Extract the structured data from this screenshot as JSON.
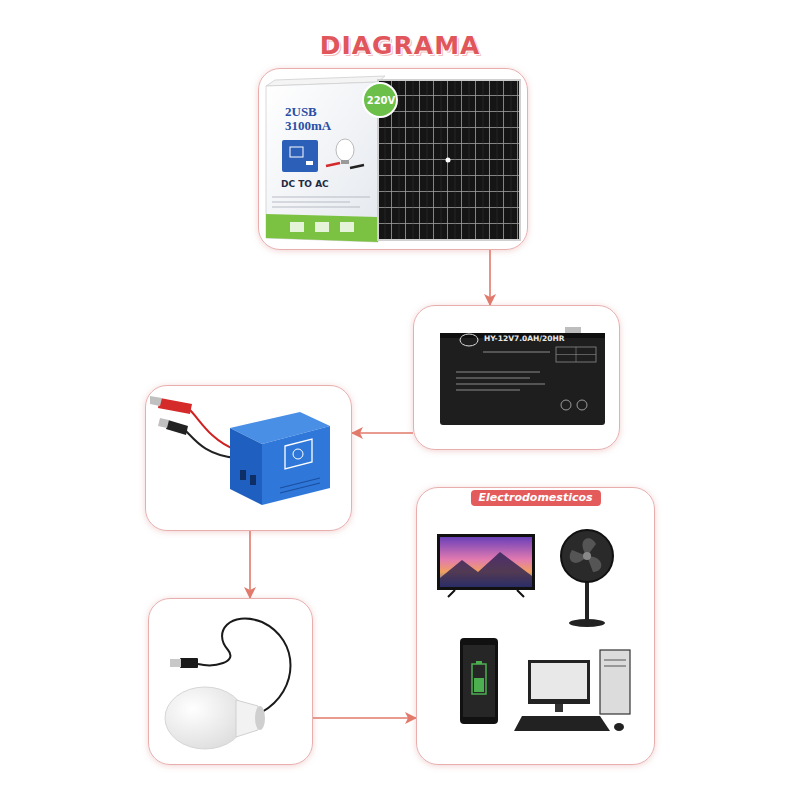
{
  "diagram": {
    "title": "DIAGRAMA",
    "nodes": [
      {
        "text": [
          "2USB 3100mA",
          "220V",
          "DC TO AC"
        ]
      },
      {
        "text": [
          "HY-12V7.0AH/20HR"
        ]
      },
      {
        "text": []
      },
      {
        "text": []
      },
      {
        "text": [
          "Electrodomesticos"
        ]
      }
    ],
    "edges": [
      {
        "from": 0,
        "to": 1,
        "arrow": "to"
      },
      {
        "from": 1,
        "to": 2,
        "arrow": "to"
      },
      {
        "from": 2,
        "to": 3,
        "arrow": "to"
      },
      {
        "from": 3,
        "to": 4,
        "arrow": "to"
      }
    ]
  }
}
